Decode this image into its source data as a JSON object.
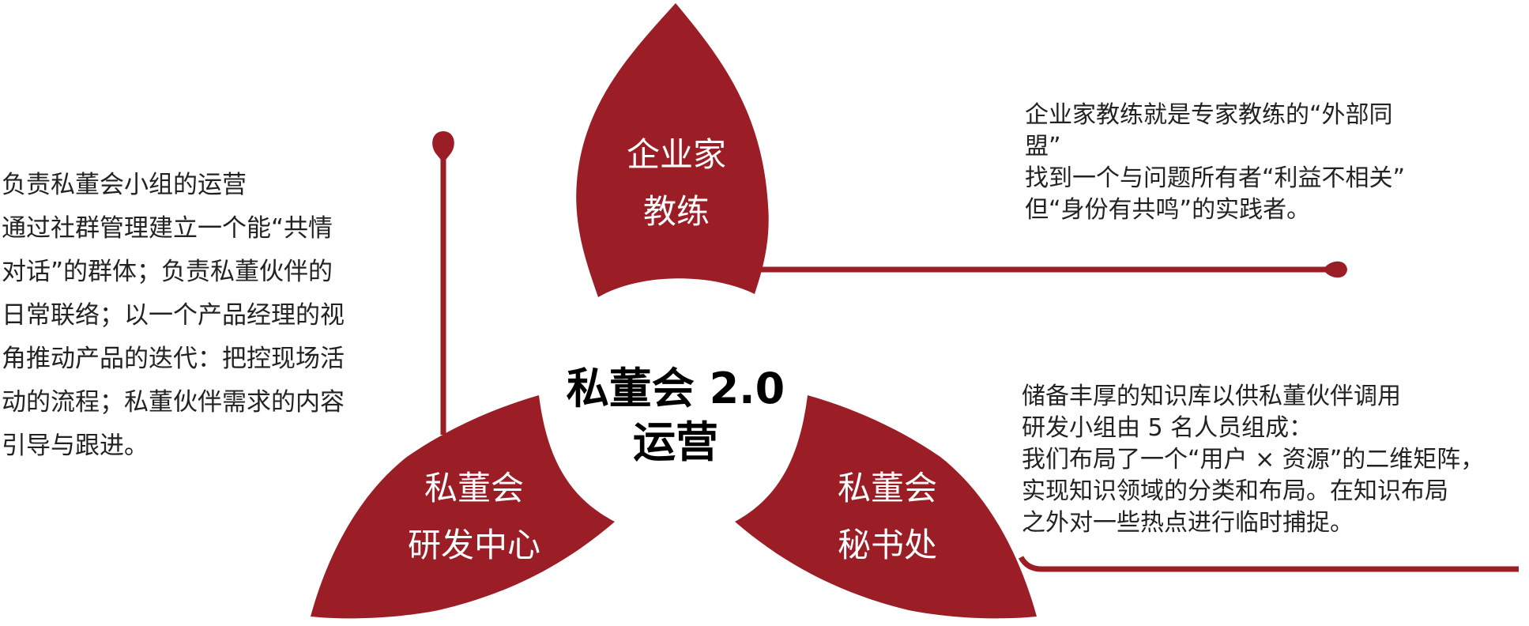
{
  "colors": {
    "petal": "#9b1d25",
    "line": "#9b1d25",
    "text": "#222222",
    "title": "#000000"
  },
  "center": {
    "title_line1": "私董会 2.0",
    "title_line2": "运营"
  },
  "petals": {
    "top": {
      "line1": "企业家",
      "line2": "教练"
    },
    "left": {
      "line1": "私董会",
      "line2": "研发中心"
    },
    "right": {
      "line1": "私董会",
      "line2": "秘书处"
    }
  },
  "descriptions": {
    "coach": [
      "企业家教练就是专家教练的“外部同",
      "盟”",
      "找到一个与问题所有者“利益不相关”",
      "但“身份有共鸣”的实践者。"
    ],
    "rnd": [
      "储备丰厚的知识库以供私董伙伴调用",
      "研发小组由 5 名人员组成：",
      "我们布局了一个“用户 × 资源”的二维矩阵，",
      "实现知识领域的分类和布局。在知识布局",
      "之外对一些热点进行临时捕捉。"
    ],
    "secretariat": [
      "负责私董会小组的运营",
      "通过社群管理建立一个能“共情",
      "对话”的群体；负责私董伙伴的",
      "日常联络；以一个产品经理的视",
      "角推动产品的迭代：把控现场活",
      "动的流程；私董伙伴需求的内容",
      "引导与跟进。"
    ]
  }
}
